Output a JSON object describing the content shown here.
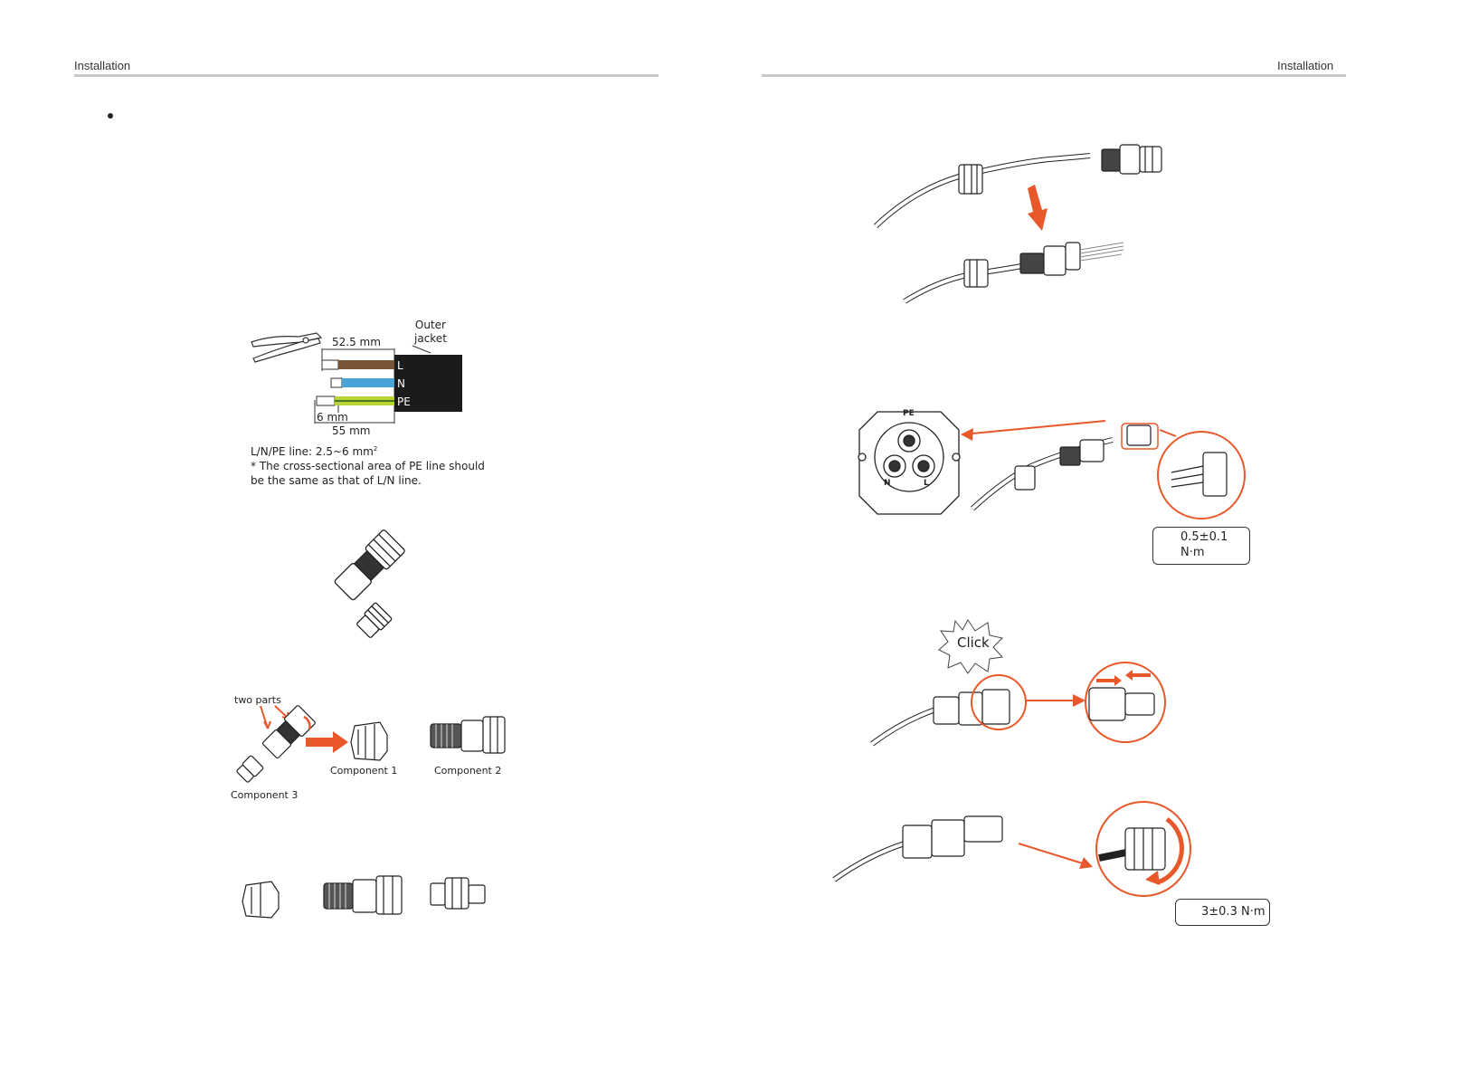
{
  "header": {
    "left_title": "Installation",
    "right_title": "Installation"
  },
  "strip_diagram": {
    "top_dimension": "52.5 mm",
    "outer_jacket": "Outer\njacket",
    "wire_labels": [
      "L",
      "N",
      "PE"
    ],
    "wire_colors": {
      "L": "#7a5535",
      "N": "#4aa3d8",
      "PE": "#b7d334"
    },
    "small_dimension": "6 mm",
    "bottom_dimension": "55 mm",
    "spec_line": "L/N/PE line: 2.5~6 mm",
    "spec_superscript": "2",
    "note_line1": "* The cross-sectional area of PE line should",
    "note_line2": "be the same as that of L/N line."
  },
  "components": {
    "two_parts": "two parts",
    "component1": "Component 1",
    "component2": "Component 2",
    "component3": "Component 3"
  },
  "terminal": {
    "pe": "PE",
    "n": "N",
    "l": "L"
  },
  "torque1": {
    "value": "0.5±0.1",
    "unit": "N·m"
  },
  "click_label": "Click",
  "torque2": {
    "value": "3±0.3 N·m"
  },
  "accent_color": "#e8582a"
}
